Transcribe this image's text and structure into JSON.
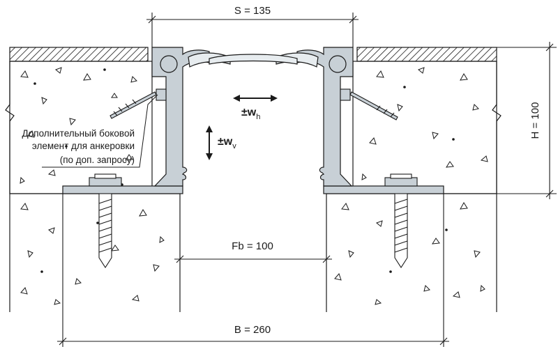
{
  "dimensions": {
    "s_label": "S = 135",
    "h_label": "H = 100",
    "fb_label": "Fb = 100",
    "b_label": "B = 260"
  },
  "movement": {
    "horizontal": "±w",
    "horizontal_sub": "h",
    "vertical": "±w",
    "vertical_sub": "v"
  },
  "note": {
    "line1": "Дополнительный боковой",
    "line2": "элемент для анкеровки",
    "line3": "(по доп. запросу)"
  },
  "colors": {
    "profile": "#c8d0d6",
    "concrete": "#ffffff",
    "line": "#1a1a1a",
    "hatch": "#1a1a1a"
  }
}
